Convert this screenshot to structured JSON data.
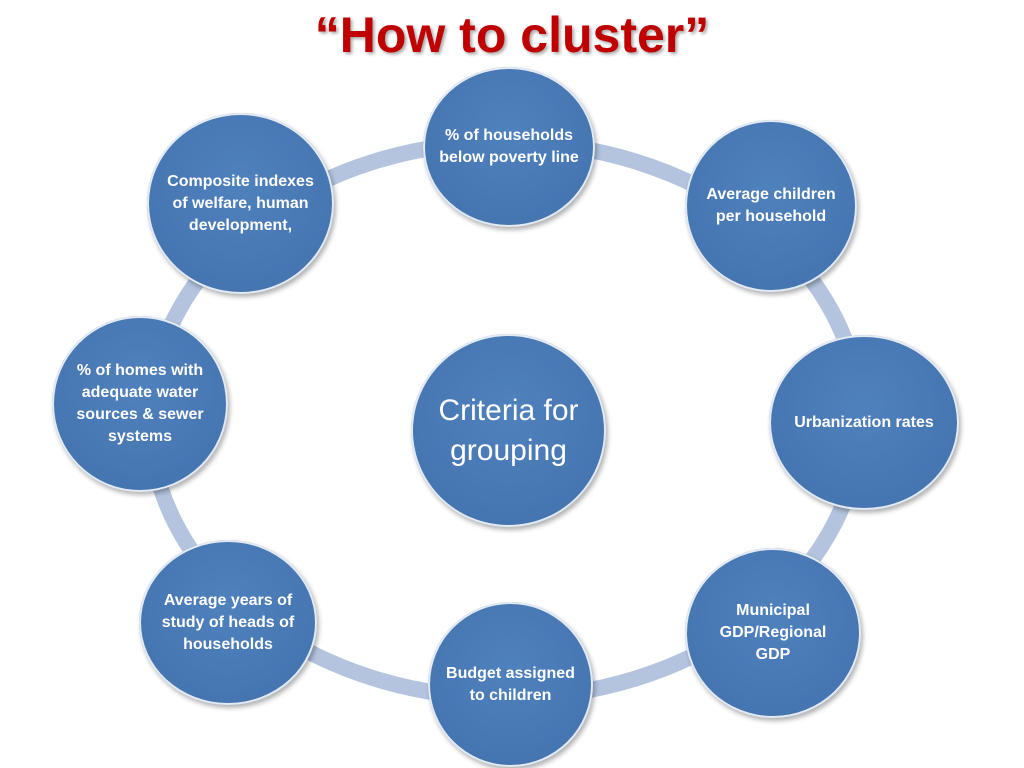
{
  "title": "“How to cluster”",
  "center": "Criteria for grouping",
  "nodes": [
    "% of households below poverty line",
    "Average children per household",
    "Urbanization rates",
    "Municipal GDP/Regional GDP",
    "Budget assigned to children",
    "Average years of study of heads of households",
    "% of homes with adequate water  sources & sewer systems",
    "Composite indexes of welfare, human development,"
  ],
  "colors": {
    "title": "#c00000",
    "node": "#4f81bd",
    "ring": "#b4c4de",
    "node_text": "#ffffff"
  }
}
